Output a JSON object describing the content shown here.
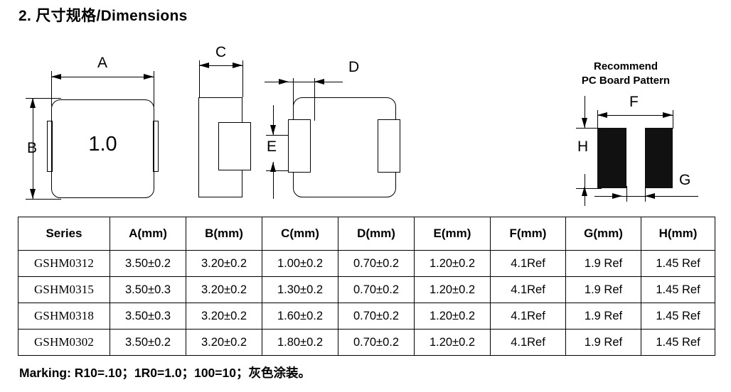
{
  "title": "2. 尺寸规格/Dimensions",
  "drawings": {
    "top_view": {
      "marking_text": "1.0",
      "dim_a": "A",
      "dim_b": "B"
    },
    "side_view": {
      "dim_c": "C"
    },
    "bottom_view": {
      "dim_d": "D",
      "dim_e": "E"
    },
    "pcb_pattern": {
      "heading_line1": "Recommend",
      "heading_line2": "PC Board Pattern",
      "dim_f": "F",
      "dim_g": "G",
      "dim_h": "H",
      "pad_color": "#111111"
    }
  },
  "table": {
    "headers": [
      "Series",
      "A(mm)",
      "B(mm)",
      "C(mm)",
      "D(mm)",
      "E(mm)",
      "F(mm)",
      "G(mm)",
      "H(mm)"
    ],
    "rows": [
      {
        "series": "GSHM0312",
        "a": "3.50±0.2",
        "b": "3.20±0.2",
        "c": "1.00±0.2",
        "d": "0.70±0.2",
        "e": "1.20±0.2",
        "f": "4.1Ref",
        "g": "1.9 Ref",
        "h": "1.45 Ref"
      },
      {
        "series": "GSHM0315",
        "a": "3.50±0.3",
        "b": "3.20±0.2",
        "c": "1.30±0.2",
        "d": "0.70±0.2",
        "e": "1.20±0.2",
        "f": "4.1Ref",
        "g": "1.9 Ref",
        "h": "1.45 Ref"
      },
      {
        "series": "GSHM0318",
        "a": "3.50±0.3",
        "b": "3.20±0.2",
        "c": "1.60±0.2",
        "d": "0.70±0.2",
        "e": "1.20±0.2",
        "f": "4.1Ref",
        "g": "1.9 Ref",
        "h": "1.45 Ref"
      },
      {
        "series": "GSHM0302",
        "a": "3.50±0.2",
        "b": "3.20±0.2",
        "c": "1.80±0.2",
        "d": "0.70±0.2",
        "e": "1.20±0.2",
        "f": "4.1Ref",
        "g": "1.9 Ref",
        "h": "1.45 Ref"
      }
    ]
  },
  "marking_note": "Marking: R10=.10；1R0=1.0；100=10；灰色涂装。"
}
